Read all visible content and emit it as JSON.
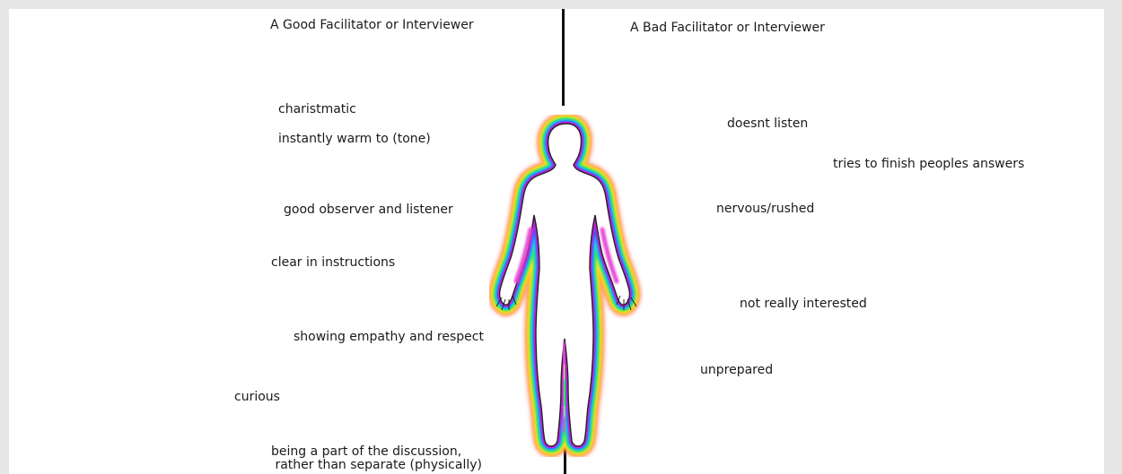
{
  "headings": {
    "good": "A Good Facilitator or Interviewer",
    "bad": "A Bad Facilitator or Interviewer"
  },
  "good_traits": [
    "charistmatic",
    "instantly warm to (tone)",
    "good observer and listener",
    "clear in instructions",
    "showing empathy and respect",
    "curious",
    "being a part of the discussion,\n rather than separate (physically)"
  ],
  "bad_traits": [
    "doesnt listen",
    "tries to finish peoples answers",
    "nervous/rushed",
    "not really interested",
    "unprepared"
  ],
  "colors": {
    "background": "#e7e7e7",
    "canvas": "#ffffff",
    "text": "#1a1a1a",
    "divider": "#111111",
    "aura_outer": "#ff3a2a",
    "aura_mid": "#ffe02a",
    "aura_green": "#2ee84a",
    "aura_cyan": "#22d6ff",
    "aura_blue": "#2a5cff",
    "aura_inner": "#c81ee0"
  },
  "figure_icon": "human-body-aura-icon"
}
